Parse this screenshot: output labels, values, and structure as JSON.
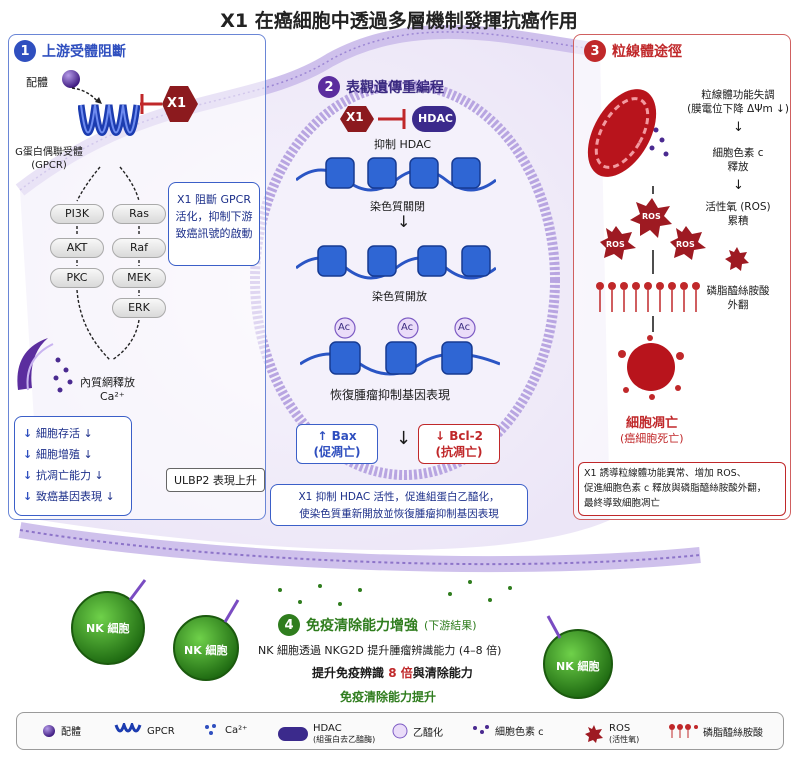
{
  "title": "X1 在癌細胞中透過多層機制發揮抗癌作用",
  "section1": {
    "number": "1",
    "title": "上游受體阻斷",
    "ligand_label": "配體",
    "x1_label": "X1",
    "gpcr_label": "G蛋白偶聯受體\n(GPCR)",
    "pathway_left": [
      "PI3K",
      "AKT",
      "PKC"
    ],
    "pathway_right": [
      "Ras",
      "Raf",
      "MEK",
      "ERK"
    ],
    "note": "X1 阻斷 GPCR\n活化，抑制下游\n致癌訊號的啟動",
    "er_label": "內質網釋放",
    "ca_label": "Ca²⁺",
    "effects": [
      "細胞存活 ↓",
      "細胞增殖 ↓",
      "抗凋亡能力 ↓",
      "致癌基因表現 ↓"
    ]
  },
  "section2": {
    "number": "2",
    "title": "表觀遺傳重編程",
    "x1_label": "X1",
    "hdac_label": "HDAC",
    "inhibit_label": "抑制 HDAC",
    "closed_label": "染色質關閉",
    "open_label": "染色質開放",
    "ac_label": "Ac",
    "restore_label": "恢復腫瘤抑制基因表現",
    "bax_label": "Bax",
    "bax_sub": "(促凋亡)",
    "bcl_label": "Bcl-2",
    "bcl_sub": "(抗凋亡)",
    "note": "X1 抑制 HDAC 活性，促進組蛋白乙醯化，\n使染色質重新開放並恢復腫瘤抑制基因表現"
  },
  "section3": {
    "number": "3",
    "title": "粒線體途徑",
    "steps": [
      "粒線體功能失調\n(膜電位下降 ΔΨm ↓)",
      "細胞色素 c\n釋放",
      "活性氧 (ROS)\n累積",
      "磷脂醯絲胺酸\n外翻"
    ],
    "ros_label": "ROS",
    "death_label": "細胞凋亡",
    "death_sub": "(癌細胞死亡)",
    "note": "X1 誘導粒線體功能異常、增加 ROS、\n促進細胞色素 c 釋放與磷脂醯絲胺酸外翻，\n最終導致細胞凋亡"
  },
  "section4": {
    "number": "4",
    "title": "免疫清除能力增強",
    "title_sub": "(下游結果)",
    "ulbp_label": "ULBP2 表現上升",
    "nk_label": "NK 細胞",
    "line1": "NK 細胞透過 NKG2D 提升腫瘤辨識能力 (4–8 倍)",
    "line2_pre": "提升免疫辨識 ",
    "line2_highlight": "8 倍",
    "line2_post": "與清除能力",
    "line3": "免疫清除能力提升"
  },
  "legend": {
    "ligand": "配體",
    "gpcr": "GPCR",
    "ca": "Ca²⁺",
    "hdac": "HDAC",
    "hdac_sub": "(組蛋白去乙醯酶)",
    "ac": "乙醯化",
    "cytc": "細胞色素 c",
    "ros": "ROS",
    "ros_sub": "(活性氧)",
    "ps": "磷脂醯絲胺酸"
  },
  "colors": {
    "blue": "#2f4fbf",
    "purple": "#5b2d9e",
    "red": "#c0282a",
    "green": "#2f7d1e",
    "membrane": "#a58fd6"
  }
}
